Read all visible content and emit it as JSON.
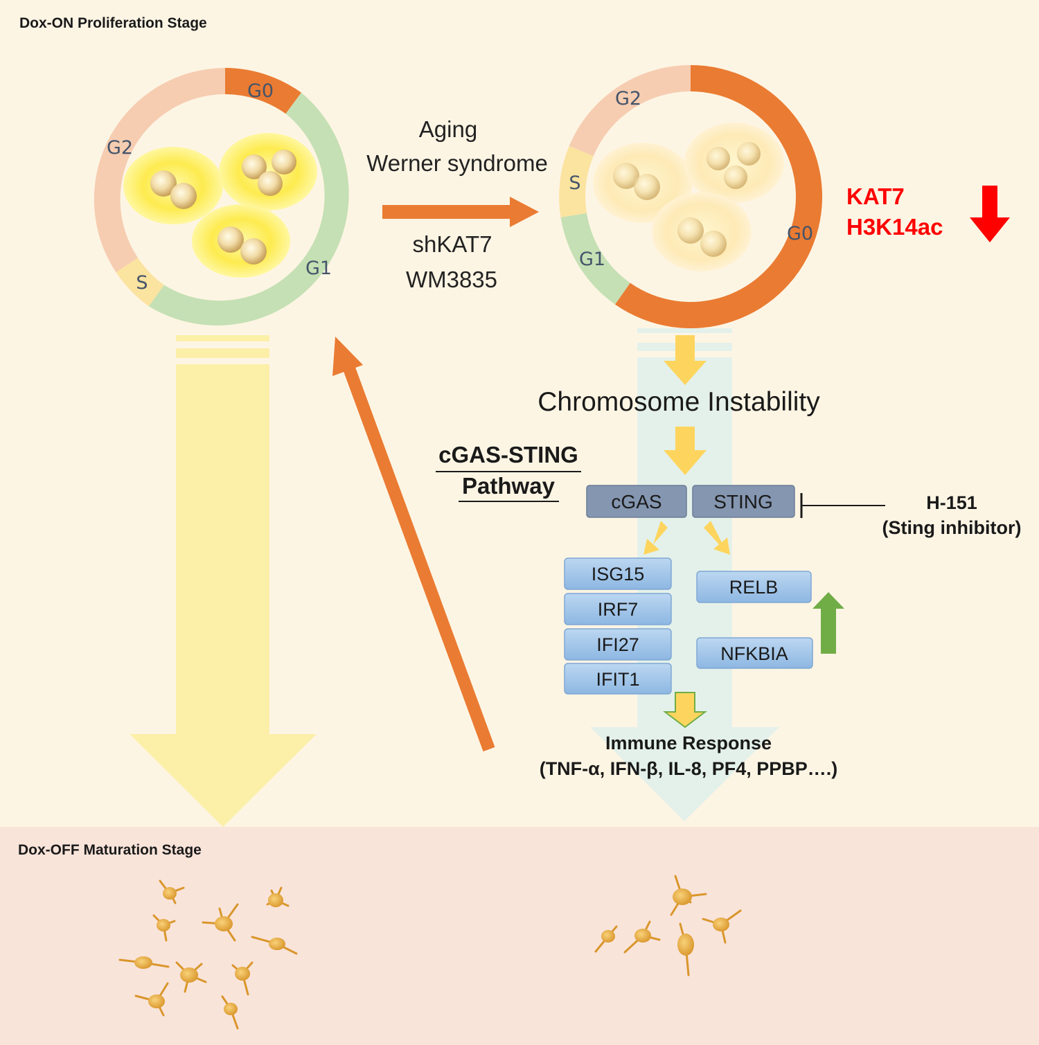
{
  "stages": {
    "top_label": "Dox-ON Proliferation Stage",
    "bottom_label": "Dox-OFF Maturation Stage"
  },
  "cell_cycle_left": {
    "g0": "G0",
    "g1": "G1",
    "s": "S",
    "g2": "G2"
  },
  "cell_cycle_right": {
    "g0": "G0",
    "g1": "G1",
    "s": "S",
    "g2": "G2"
  },
  "transition": {
    "line1": "Aging",
    "line2": "Werner syndrome",
    "line3": "shKAT7",
    "line4": "WM3835"
  },
  "marker": {
    "line1": "KAT7",
    "line2": "H3K14ac"
  },
  "chromosome_instability": "Chromosome Instability",
  "pathway": {
    "line1": "cGAS-STING",
    "line2": "Pathway"
  },
  "sensors": {
    "cgas": "cGAS",
    "sting": "STING"
  },
  "inhibitor": {
    "line1": "H-151",
    "line2": "(Sting inhibitor)"
  },
  "isg_genes": [
    "ISG15",
    "IRF7",
    "IFI27",
    "IFIT1"
  ],
  "nfkb_genes": {
    "relb": "RELB",
    "nfkbia": "NFKBIA"
  },
  "immune_response": {
    "title": "Immune Response",
    "cytokines": "(TNF-α, IFN-β, IL-8, PF4, PPBP….)"
  },
  "colors": {
    "background_top": "#fdf5e4",
    "background_bottom": "#f9e4da",
    "g0": "#ea7b32",
    "g1": "#c5e0b4",
    "s": "#fbe3a0",
    "g2": "#f6cdb1",
    "orange_arrow": "#ea7b32",
    "yellow_arrow": "#fcefa8",
    "blue_arrow": "#e4f1ea",
    "down_arrow": "#fe0000",
    "up_arrow": "#70ad47",
    "gray_box": "#8496b0",
    "blue_box": "#9dc3e6"
  }
}
